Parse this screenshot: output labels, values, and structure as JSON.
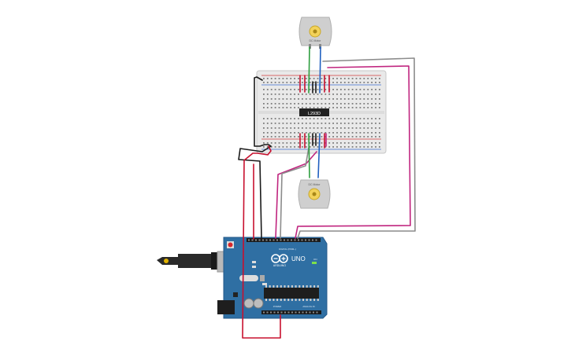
{
  "circuit": {
    "driver_chip": {
      "label": "L293D"
    },
    "motor_top": {
      "label": "DC Motor"
    },
    "motor_bottom": {
      "label": "DC Motor"
    },
    "arduino": {
      "brand": "ARDUINO",
      "model": "UNO",
      "power_header_label": "POWER",
      "analog_header_label": "ANALOG IN",
      "digital_header_label": "DIGITAL (PWM~)",
      "on_label": "ON"
    }
  },
  "colors": {
    "wire_red": "#c8102e",
    "wire_black": "#1a1a1a",
    "wire_magenta": "#c0257f",
    "wire_grey": "#8c8c8c",
    "wire_green": "#2e9e3f",
    "wire_blue": "#2060c0",
    "board_blue": "#2f6fa3",
    "breadboard": "#e9e9e9",
    "motor_body": "#cfcfcf",
    "motor_shaft": "#f2d25a"
  }
}
